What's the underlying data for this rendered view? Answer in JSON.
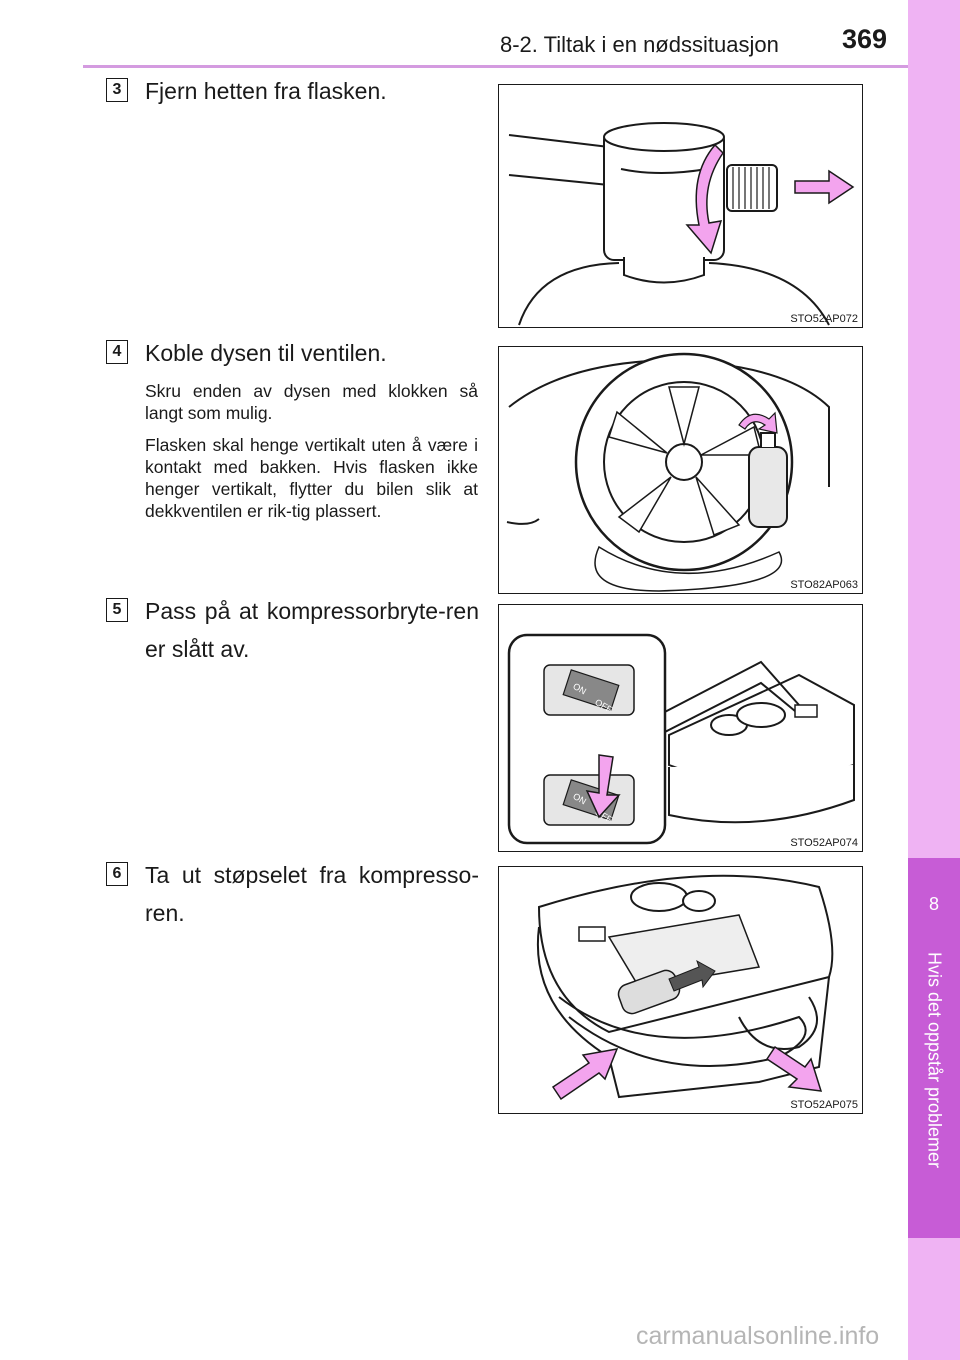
{
  "header": {
    "section_title": "8-2. Tiltak i en nødssituasjon",
    "page_number": "369"
  },
  "side_tab": {
    "chapter_number": "8",
    "chapter_title": "Hvis det oppstår problemer"
  },
  "steps": [
    {
      "number": "3",
      "title": "Fjern hetten fra flasken.",
      "notes": [],
      "figure_code": "STO52AP072"
    },
    {
      "number": "4",
      "title": "Koble dysen til ventilen.",
      "notes": [
        "Skru enden av dysen med klokken så langt som mulig.",
        "Flasken skal henge vertikalt uten å være i kontakt med bakken. Hvis flasken ikke henger vertikalt, flytter du bilen slik at dekkventilen er rik-tig plassert."
      ],
      "figure_code": "STO82AP063"
    },
    {
      "number": "5",
      "title": "Pass på at kompressorbryte-ren er slått av.",
      "notes": [],
      "figure_code": "STO52AP074"
    },
    {
      "number": "6",
      "title": "Ta ut støpselet fra kompresso-ren.",
      "notes": [],
      "figure_code": "STO52AP075"
    }
  ],
  "figure_labels": {
    "switch_on": "ON",
    "switch_off": "OFF"
  },
  "colors": {
    "accent": "#c75cd6",
    "tab": "#efb3f3",
    "arrow": "#f3a4ee",
    "header_rule": "#d49be0"
  },
  "watermark": "carmanualsonline.info"
}
